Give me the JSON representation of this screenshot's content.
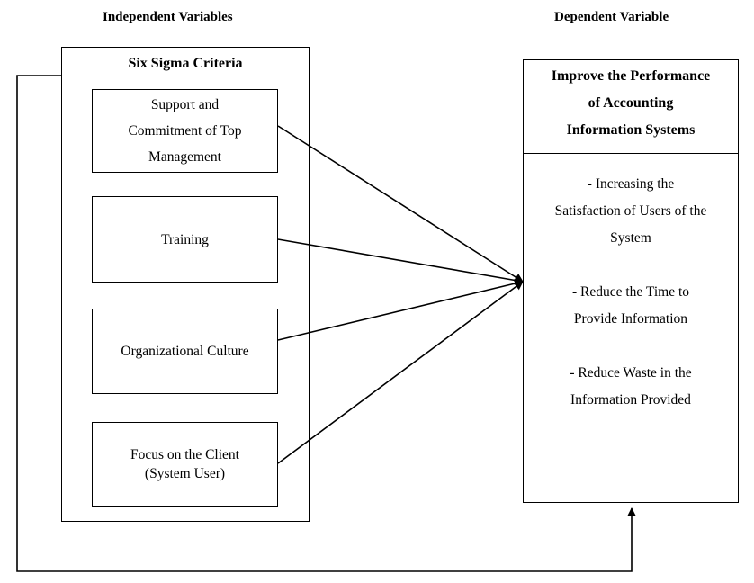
{
  "headers": {
    "independent": "Independent Variables",
    "dependent": "Dependent Variable"
  },
  "criteria_group": {
    "title": "Six Sigma Criteria",
    "items": [
      {
        "lines": [
          "Support and",
          "Commitment of Top",
          "Management"
        ]
      },
      {
        "lines": [
          "Training"
        ]
      },
      {
        "lines": [
          "Organizational Culture"
        ]
      },
      {
        "lines": [
          "Focus on the Client",
          "(System User)"
        ]
      }
    ]
  },
  "outcome": {
    "title_lines": [
      "Improve the Performance",
      "of Accounting",
      "Information Systems"
    ],
    "measures": [
      {
        "lines": [
          "- Increasing the",
          "Satisfaction of Users of the",
          "System"
        ]
      },
      {
        "lines": [
          "- Reduce the Time to",
          "Provide Information"
        ]
      },
      {
        "lines": [
          "- Reduce Waste in the",
          "Information Provided"
        ]
      }
    ]
  }
}
